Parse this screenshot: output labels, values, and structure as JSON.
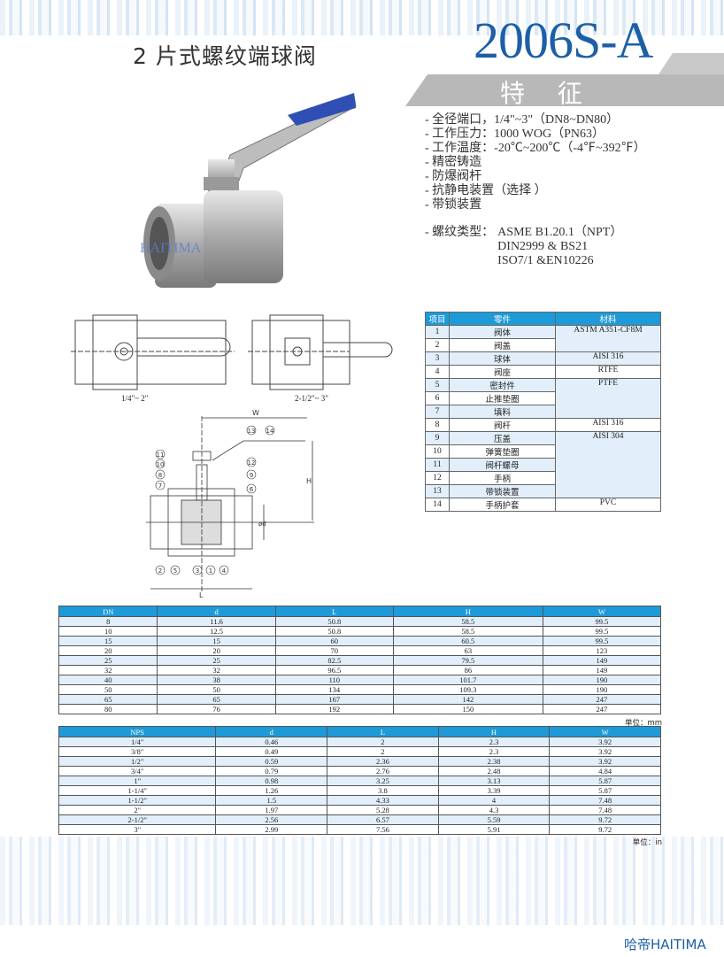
{
  "header": {
    "title": "2 片式螺纹端球阀",
    "model": "2006S-A",
    "section": "特 征"
  },
  "features": [
    "- 全径端口，1/4\"~3\"（DN8~DN80）",
    "- 工作压力：1000 WOG（PN63）",
    "- 工作温度：-20℃~200℃（-4℉~392℉）",
    "- 精密铸造",
    "- 防爆阀杆",
    "- 抗静电装置（选择 ）",
    "- 带锁装置"
  ],
  "thread": {
    "label": "- 螺纹类型：",
    "lines": [
      "ASME B1.20.1（NPT）",
      "DIN2999 & BS21",
      "ISO7/1 &EN10226"
    ]
  },
  "photo": {
    "watermark": "HAITIMA"
  },
  "drawings": {
    "caption1": "1/4\"~ 2\"",
    "caption2": "2-1/2\"~ 3\"",
    "dims": [
      "W",
      "H",
      "L",
      "ød"
    ],
    "callouts": [
      "11",
      "10",
      "8",
      "7",
      "13",
      "14",
      "12",
      "9",
      "6",
      "2",
      "5",
      "3",
      "1",
      "4"
    ]
  },
  "parts": {
    "headers": [
      "项目",
      "零件",
      "材料"
    ],
    "rows": [
      [
        "1",
        "阀体"
      ],
      [
        "2",
        "阀盖"
      ],
      [
        "3",
        "球体"
      ],
      [
        "4",
        "阀座"
      ],
      [
        "5",
        "密封件"
      ],
      [
        "6",
        "止推垫圈"
      ],
      [
        "7",
        "填料"
      ],
      [
        "8",
        "阀杆"
      ],
      [
        "9",
        "压盖"
      ],
      [
        "10",
        "弹簧垫圈"
      ],
      [
        "11",
        "阀杆螺母"
      ],
      [
        "12",
        "手柄"
      ],
      [
        "13",
        "带锁装置"
      ],
      [
        "14",
        "手柄护套"
      ]
    ],
    "materials": [
      {
        "start": 0,
        "span": 2,
        "text": "ASTM A351-CF8M"
      },
      {
        "start": 2,
        "span": 1,
        "text": "AISI 316"
      },
      {
        "start": 3,
        "span": 1,
        "text": "RTFE"
      },
      {
        "start": 4,
        "span": 3,
        "text": "PTFE"
      },
      {
        "start": 7,
        "span": 1,
        "text": "AISI 316"
      },
      {
        "start": 8,
        "span": 5,
        "text": "AISI 304"
      },
      {
        "start": 13,
        "span": 1,
        "text": "PVC"
      }
    ]
  },
  "table_mm": {
    "headers": [
      "DN",
      "d",
      "L",
      "H",
      "W"
    ],
    "rows": [
      [
        "8",
        "11.6",
        "50.8",
        "58.5",
        "99.5"
      ],
      [
        "10",
        "12.5",
        "50.8",
        "58.5",
        "99.5"
      ],
      [
        "15",
        "15",
        "60",
        "60.5",
        "99.5"
      ],
      [
        "20",
        "20",
        "70",
        "63",
        "123"
      ],
      [
        "25",
        "25",
        "82.5",
        "79.5",
        "149"
      ],
      [
        "32",
        "32",
        "96.5",
        "86",
        "149"
      ],
      [
        "40",
        "38",
        "110",
        "101.7",
        "190"
      ],
      [
        "50",
        "50",
        "134",
        "109.3",
        "190"
      ],
      [
        "65",
        "65",
        "167",
        "142",
        "247"
      ],
      [
        "80",
        "76",
        "192",
        "150",
        "247"
      ]
    ],
    "unit": "单位：mm"
  },
  "table_in": {
    "headers": [
      "NPS",
      "d",
      "L",
      "H",
      "W"
    ],
    "rows": [
      [
        "1/4\"",
        "0.46",
        "2",
        "2.3",
        "3.92"
      ],
      [
        "3/8\"",
        "0.49",
        "2",
        "2.3",
        "3.92"
      ],
      [
        "1/2\"",
        "0.59",
        "2.36",
        "2.38",
        "3.92"
      ],
      [
        "3/4\"",
        "0.79",
        "2.76",
        "2.48",
        "4.84"
      ],
      [
        "1\"",
        "0.98",
        "3.25",
        "3.13",
        "5.87"
      ],
      [
        "1-1/4\"",
        "1.26",
        "3.8",
        "3.39",
        "5.87"
      ],
      [
        "1-1/2\"",
        "1.5",
        "4.33",
        "4",
        "7.48"
      ],
      [
        "2\"",
        "1.97",
        "5.28",
        "4.3",
        "7.48"
      ],
      [
        "2-1/2\"",
        "2.56",
        "6.57",
        "5.59",
        "9.72"
      ],
      [
        "3\"",
        "2.99",
        "7.56",
        "5.91",
        "9.72"
      ]
    ],
    "unit": "单位：in"
  },
  "footer": {
    "brand": "哈帝HAITIMA"
  },
  "colors": {
    "accent": "#1c5fa8",
    "table_header": "#1e9ad8",
    "row_alt": "#e2effa"
  }
}
